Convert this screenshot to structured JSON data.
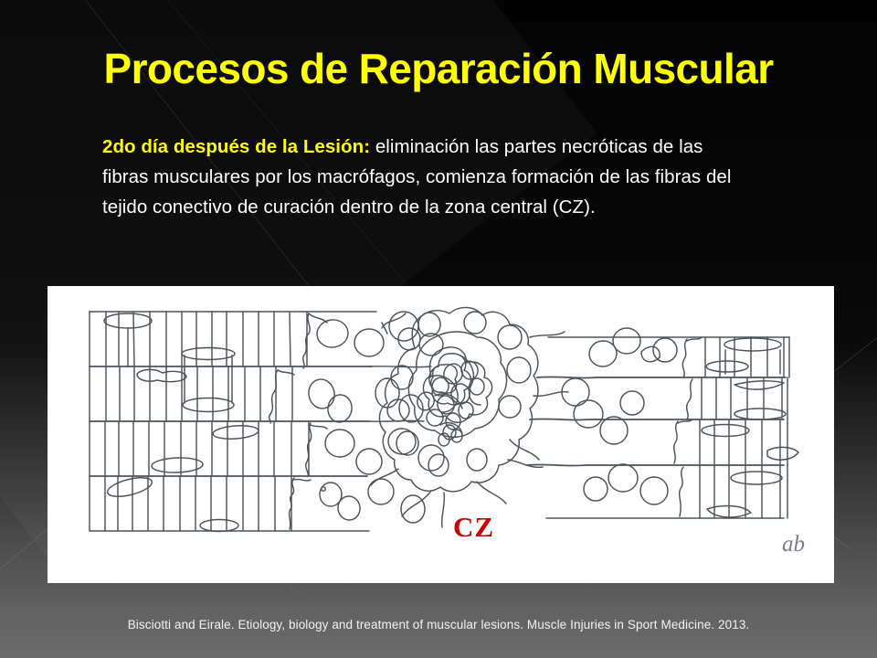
{
  "slide": {
    "title": "Procesos de Reparación Muscular",
    "title_color": "#FFFF00",
    "background_top_color": "#030303",
    "background_bottom_color": "#6B6B6B",
    "body": {
      "lead_label": "2do día después de la Lesión:",
      "lead_color": "#FFFF00",
      "text": " eliminación las partes necróticas de las fibras musculares por los macrófagos, comienza formación de las fibras del tejido conectivo de curación dentro de la zona central (CZ).",
      "text_color": "#FFFFFF"
    },
    "figure": {
      "panel_color": "#FFFFFF",
      "ink_color": "#4A4F55",
      "label_cz": "CZ",
      "label_cz_color": "#CC0000",
      "signature": "ab",
      "description": "Hand-drawn histology schematic: four longitudinal muscle fibres with vertical striations and oval nuclei on the left and right, necrotic gap filled with round mononuclear cells (macrophages), and a dense tangled central zone marked CZ."
    },
    "caption": "Bisciotti and Eirale. Etiology, biology and treatment of muscular lesions. Muscle Injuries in Sport Medicine. 2013."
  }
}
